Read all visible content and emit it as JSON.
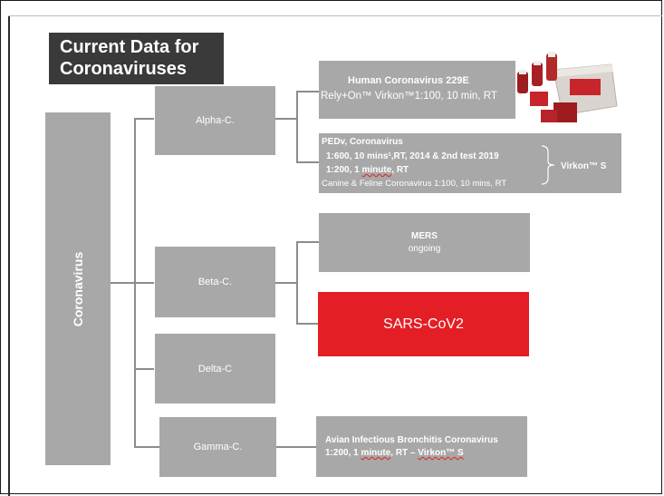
{
  "title": {
    "line1": "Current Data for",
    "line2": "Coronaviruses"
  },
  "root": {
    "label": "Coronavirus"
  },
  "genera": [
    {
      "label": "Alpha-C."
    },
    {
      "label": "Beta-C."
    },
    {
      "label": "Delta-C"
    },
    {
      "label": "Gamma-C."
    }
  ],
  "alpha": {
    "box1": {
      "line1": "Human Coronavirus  229E",
      "line2": "Rely+On™ Virkon™1:100, 10 min, RT"
    },
    "box2": {
      "line1": "PEDv, Coronavirus",
      "line2": "1:600, 10 mins¹,RT, 2014 & 2nd test 2019",
      "line3_a": "1:200, 1 ",
      "line3_ul": "minute",
      "line3_b": ", RT",
      "line4": "Canine & Feline Coronavirus 1:100, 10 mins, RT",
      "bracket_label": "Virkon™ S"
    }
  },
  "beta": {
    "mers": {
      "line1": "MERS",
      "line2": "ongoing"
    },
    "sars": {
      "label": "SARS-CoV2"
    }
  },
  "gamma": {
    "box": {
      "line1": "Avian Infectious Bronchitis  Coronavirus",
      "line2_a": "1:200, 1 ",
      "line2_ul1": "minute",
      "line2_b": ", RT – ",
      "line2_ul2": "Virkon™ S"
    }
  },
  "colors": {
    "node_grey": "#a8a8a8",
    "title_bg": "#3a3a3a",
    "accent_red": "#e31e24",
    "connector": "#8c8c8c"
  },
  "icons": {
    "product": "virkon-product-image"
  }
}
